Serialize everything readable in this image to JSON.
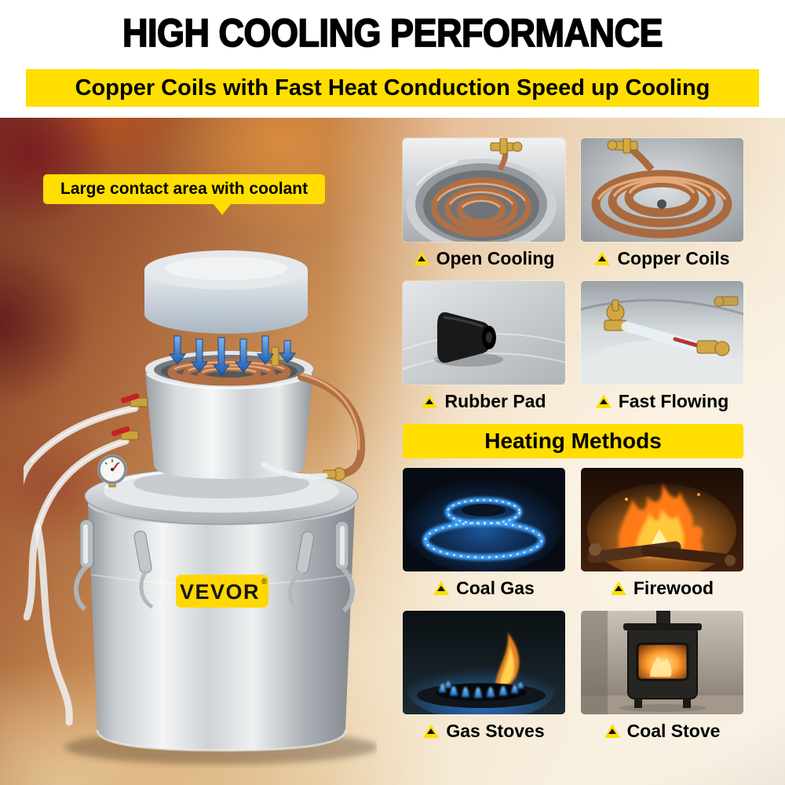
{
  "header": {
    "title": "HIGH COOLING PERFORMANCE",
    "subtitle": "Copper Coils with Fast Heat Conduction Speed up Cooling"
  },
  "product": {
    "callout": "Large contact area with coolant",
    "brand": "VEVOR",
    "brand_reg": "®"
  },
  "features": {
    "items": [
      {
        "label": "Open Cooling",
        "icon": "open-cooling-photo"
      },
      {
        "label": "Copper Coils",
        "icon": "copper-coils-photo"
      },
      {
        "label": "Rubber Pad",
        "icon": "rubber-pad-photo"
      },
      {
        "label": "Fast Flowing",
        "icon": "fast-flowing-photo"
      }
    ]
  },
  "heating": {
    "title": "Heating Methods",
    "items": [
      {
        "label": "Coal Gas",
        "icon": "coal-gas-photo"
      },
      {
        "label": "Firewood",
        "icon": "firewood-photo"
      },
      {
        "label": "Gas Stoves",
        "icon": "gas-stoves-photo"
      },
      {
        "label": "Coal Stove",
        "icon": "coal-stove-photo"
      }
    ]
  },
  "colors": {
    "accent_yellow": "#FFDE00",
    "badge_yellow": "#FFD800",
    "arrow_blue": "#2E7FD9",
    "copper": "#B06F44",
    "title_black": "#000000"
  }
}
